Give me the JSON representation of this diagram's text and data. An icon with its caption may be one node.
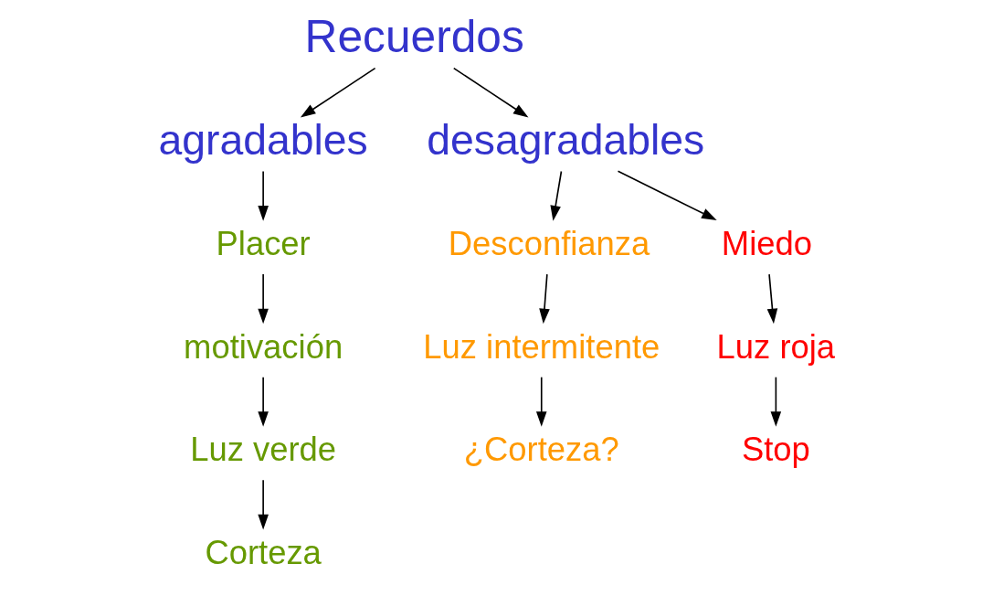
{
  "diagram": {
    "nodes": [
      {
        "text": [
          "Recuerdos"
        ]
      },
      {
        "text": [
          "agradables"
        ]
      },
      {
        "text": [
          "desagradables"
        ]
      },
      {
        "text": [
          "Placer"
        ]
      },
      {
        "text": [
          "motivación"
        ]
      },
      {
        "text": [
          "Luz verde"
        ]
      },
      {
        "text": [
          "Corteza"
        ]
      },
      {
        "text": [
          "Desconfianza"
        ]
      },
      {
        "text": [
          "Luz intermitente"
        ]
      },
      {
        "text": [
          "¿Corteza?"
        ]
      },
      {
        "text": [
          "Miedo"
        ]
      },
      {
        "text": [
          "Luz roja"
        ]
      },
      {
        "text": [
          "Stop"
        ]
      }
    ],
    "edges": [
      {
        "from": 0,
        "to": 1,
        "arrow": "to"
      },
      {
        "from": 0,
        "to": 2,
        "arrow": "to"
      },
      {
        "from": 1,
        "to": 3,
        "arrow": "to"
      },
      {
        "from": 3,
        "to": 4,
        "arrow": "to"
      },
      {
        "from": 4,
        "to": 5,
        "arrow": "to"
      },
      {
        "from": 5,
        "to": 6,
        "arrow": "to"
      },
      {
        "from": 2,
        "to": 7,
        "arrow": "to"
      },
      {
        "from": 7,
        "to": 8,
        "arrow": "to"
      },
      {
        "from": 8,
        "to": 9,
        "arrow": "to"
      },
      {
        "from": 2,
        "to": 10,
        "arrow": "to"
      },
      {
        "from": 10,
        "to": 11,
        "arrow": "to"
      },
      {
        "from": 11,
        "to": 12,
        "arrow": "to"
      }
    ]
  }
}
